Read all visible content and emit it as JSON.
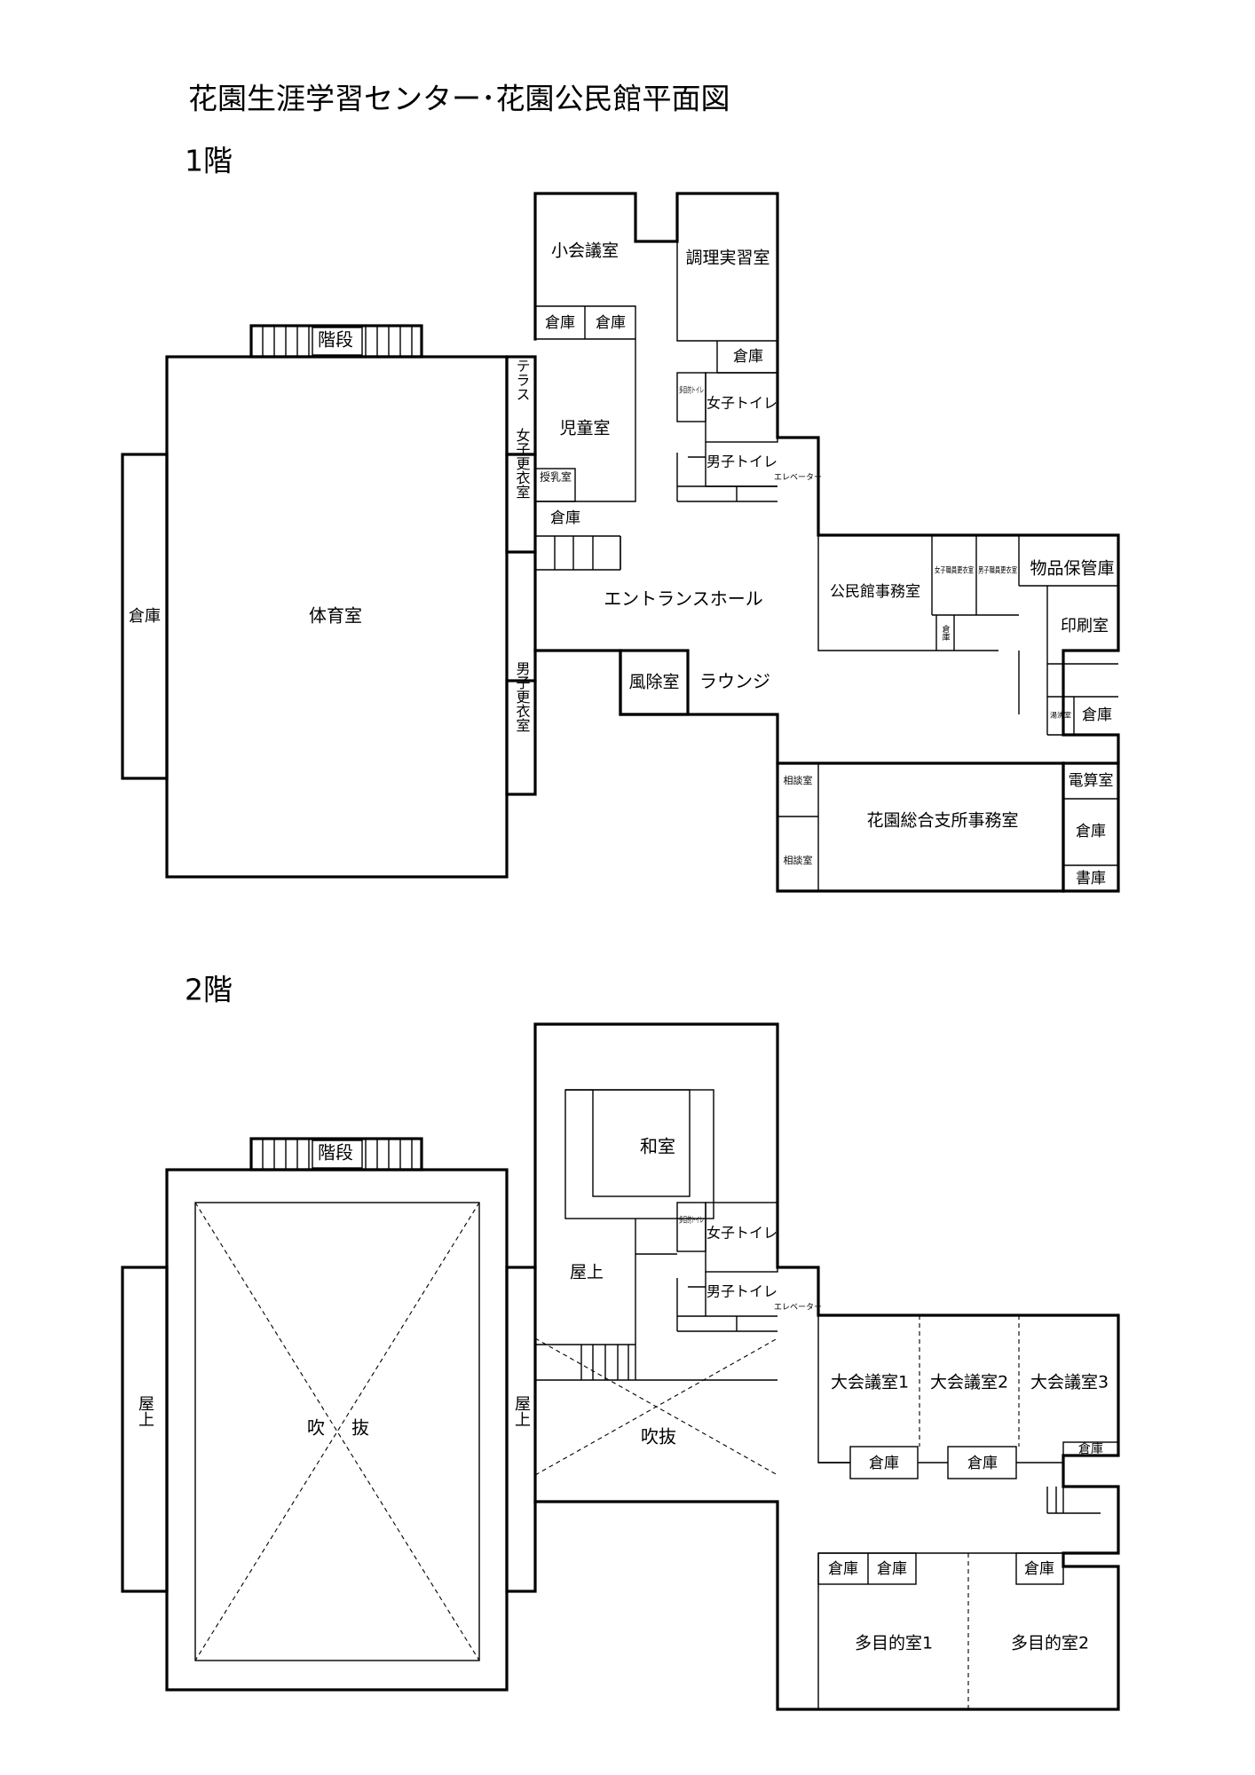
{
  "title": "花園生涯学習センター･花園公民館平面図",
  "floor1": {
    "label": "1階",
    "rooms": {
      "stairs": "階段",
      "gym": "体育室",
      "gym_storage": "倉庫",
      "terrace": "テラス",
      "womens_locker": "女子更衣室",
      "mens_locker": "男子更衣室",
      "small_meeting": "小会議室",
      "storage_a": "倉庫",
      "storage_b": "倉庫",
      "childrens_room": "児童室",
      "nursing_room": "授乳室",
      "storage_c": "倉庫",
      "cooking_room": "調理実習室",
      "storage_d": "倉庫",
      "multipurpose_toilet": "多目的トイレ",
      "womens_toilet": "女子トイレ",
      "mens_toilet": "男子トイレ",
      "elevator": "エレベーター",
      "entrance_hall": "エントランスホール",
      "windbreak": "風除室",
      "lounge": "ラウンジ",
      "kominkan_office": "公民館事務室",
      "female_staff_locker": "女子職員更衣室",
      "male_staff_locker": "男子職員更衣室",
      "office_storage": "倉庫",
      "goods_storage": "物品保管庫",
      "printing_room": "印刷室",
      "hot_water_room": "湯沸室",
      "storage_e": "倉庫",
      "consult_1": "相談室",
      "consult_2": "相談室",
      "branch_office": "花園総合支所事務室",
      "computer_room": "電算室",
      "storage_f": "倉庫",
      "archive": "書庫"
    }
  },
  "floor2": {
    "label": "2階",
    "rooms": {
      "stairs": "階段",
      "void_left_a": "吹",
      "void_left_b": "抜",
      "roof_left": "屋上",
      "roof_mid": "屋上",
      "roof_center": "屋上",
      "japanese_room": "和室",
      "multipurpose_toilet": "多目的トイレ",
      "womens_toilet": "女子トイレ",
      "mens_toilet": "男子トイレ",
      "elevator": "エレベーター",
      "void_center": "吹抜",
      "large_meeting_1": "大会議室1",
      "large_meeting_2": "大会議室2",
      "large_meeting_3": "大会議室3",
      "storage_1": "倉庫",
      "storage_2": "倉庫",
      "storage_3": "倉庫",
      "storage_4": "倉庫",
      "storage_5": "倉庫",
      "storage_6": "倉庫",
      "multipurpose_1": "多目的室1",
      "multipurpose_2": "多目的室2"
    }
  }
}
